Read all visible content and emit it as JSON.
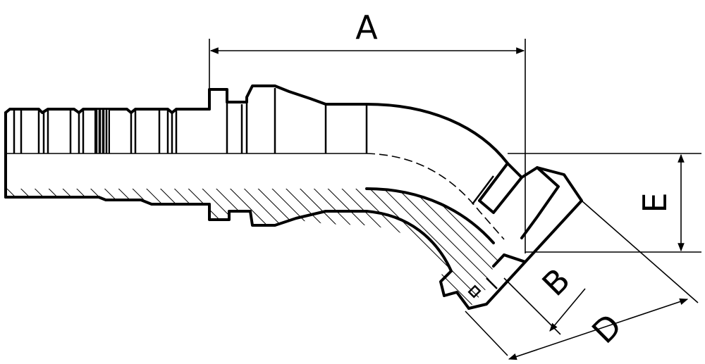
{
  "drawing": {
    "dimensions": {
      "a": "A",
      "b": "B",
      "d": "D",
      "e": "E"
    }
  }
}
